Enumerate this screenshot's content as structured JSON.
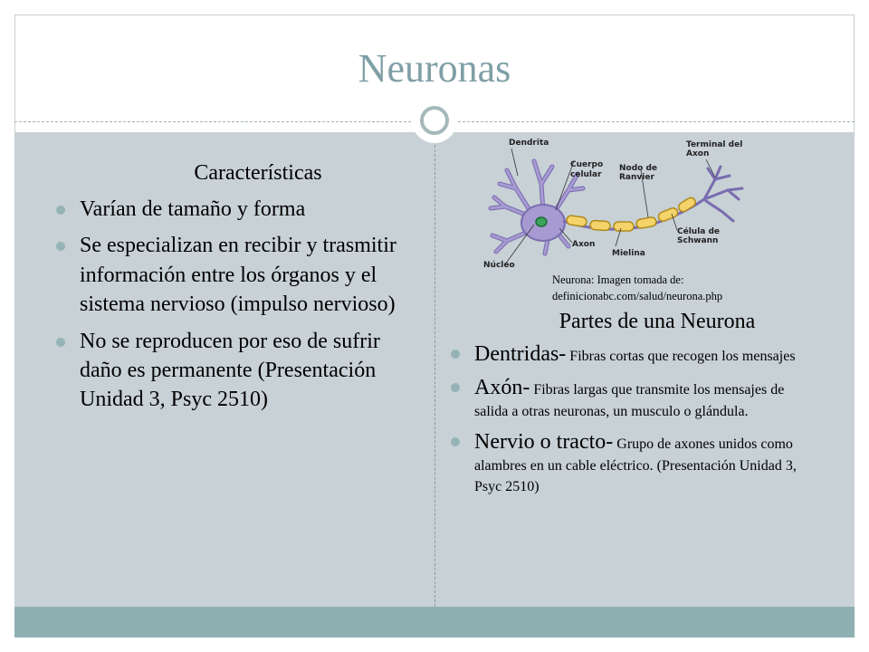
{
  "slide": {
    "title": "Neuronas",
    "left": {
      "heading": "Características",
      "bullets": [
        "Varían de tamaño y forma",
        "Se especializan  en recibir y trasmitir información entre los órganos y el sistema nervioso (impulso nervioso)",
        "No se reproducen por eso de sufrir daño es permanente (Presentación Unidad 3, Psyc 2510)"
      ]
    },
    "figure": {
      "labels": {
        "dendrita": "Dendrita",
        "cuerpo_celular_1": "Cuerpo",
        "cuerpo_celular_2": "celular",
        "nodo_1": "Nodo de",
        "nodo_2": "Ranvier",
        "terminal_1": "Terminal del",
        "terminal_2": "Axon",
        "axon": "Axon",
        "mielina": "Mielina",
        "schwann_1": "Célula de",
        "schwann_2": "Schwann",
        "nucleo": "Núcleo"
      },
      "caption_line1": "Neurona: Imagen tomada de:",
      "caption_line2": "definicionabc.com/salud/neurona.php"
    },
    "right": {
      "heading": "Partes de una Neurona",
      "items": [
        {
          "term": "Dentridas-",
          "desc": " Fibras cortas que recogen los mensajes"
        },
        {
          "term": "Axón-",
          "desc": " Fibras largas que transmite los mensajes de salida a otras neuronas, un musculo o glándula."
        },
        {
          "term": "Nervio o tracto-",
          "desc": " Grupo de axones unidos como alambres en un cable eléctrico. (Presentación Unidad 3, Psyc 2510)"
        }
      ]
    }
  },
  "colors": {
    "title": "#7f9fa6",
    "body_background": "#c7d1d6",
    "footer_bar": "#8fb0b2",
    "bullet": "#95b3b6",
    "neuron_body": "#a79ad2",
    "myelin": "#f4d46a"
  }
}
